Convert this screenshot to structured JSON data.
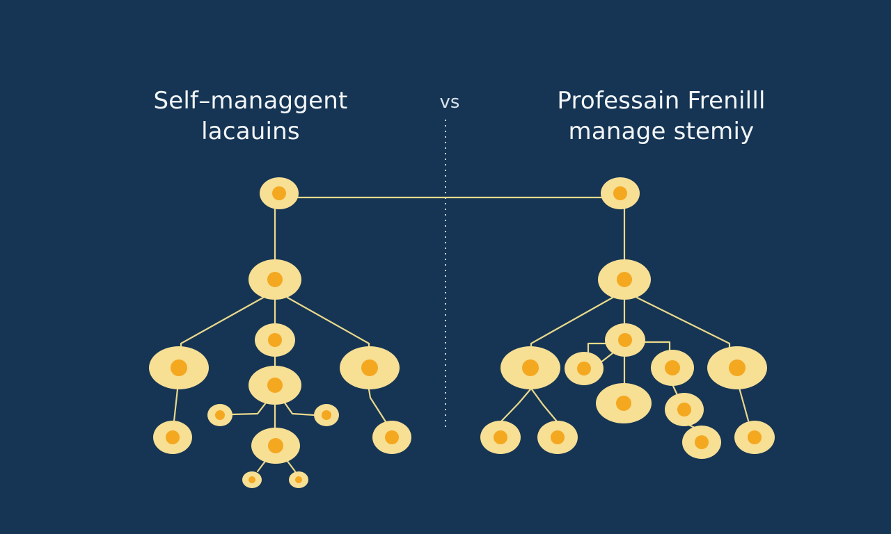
{
  "left_title": {
    "line1": "Self–managgent",
    "line2": "lacauins"
  },
  "vs_label": "vs",
  "right_title": {
    "line1": "Professain Frenilll",
    "line2": "manage stemiy"
  },
  "colors": {
    "background": "#163554",
    "node_outer": "#f7df94",
    "node_inner": "#f4a820",
    "connector": "#ead98c",
    "divider": "#c9d4de",
    "text": "#f2f5f8"
  }
}
